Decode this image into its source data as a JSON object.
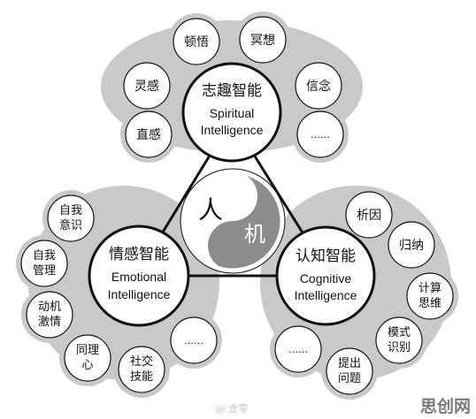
{
  "center": {
    "person": "人",
    "machine": "机"
  },
  "hubs": {
    "spiritual": {
      "zh": "志趣智能",
      "en1": "Spiritual",
      "en2": "Intelligence"
    },
    "emotional": {
      "zh": "情感智能",
      "en1": "Emotional",
      "en2": "Intelligence"
    },
    "cognitive": {
      "zh": "认知智能",
      "en1": "Cognitive",
      "en2": "Intelligence"
    }
  },
  "satellites": {
    "spiritual": [
      {
        "lines": [
          "顿悟"
        ]
      },
      {
        "lines": [
          "冥想"
        ]
      },
      {
        "lines": [
          "灵感"
        ]
      },
      {
        "lines": [
          "信念"
        ]
      },
      {
        "lines": [
          "直感"
        ]
      },
      {
        "lines": [
          "……"
        ]
      }
    ],
    "emotional": [
      {
        "lines": [
          "自我",
          "意识"
        ]
      },
      {
        "lines": [
          "自我",
          "管理"
        ]
      },
      {
        "lines": [
          "动机",
          "激情"
        ]
      },
      {
        "lines": [
          "同理",
          "心"
        ]
      },
      {
        "lines": [
          "社交",
          "技能"
        ]
      },
      {
        "lines": [
          "……"
        ]
      }
    ],
    "cognitive": [
      {
        "lines": [
          "析因"
        ]
      },
      {
        "lines": [
          "归纳"
        ]
      },
      {
        "lines": [
          "计算",
          "思维"
        ]
      },
      {
        "lines": [
          "模式",
          "识别"
        ]
      },
      {
        "lines": [
          "提出",
          "问题"
        ]
      },
      {
        "lines": [
          "……"
        ]
      }
    ]
  },
  "watermark": {
    "source": "思创网",
    "faint": "@ 壹零"
  },
  "colors": {
    "cloud": "#c9c9c9",
    "cloud_edge": "#aaaaaa",
    "machine_half": "#8c8c8c",
    "line": "#111111",
    "watermark": "#7a7a7a"
  }
}
